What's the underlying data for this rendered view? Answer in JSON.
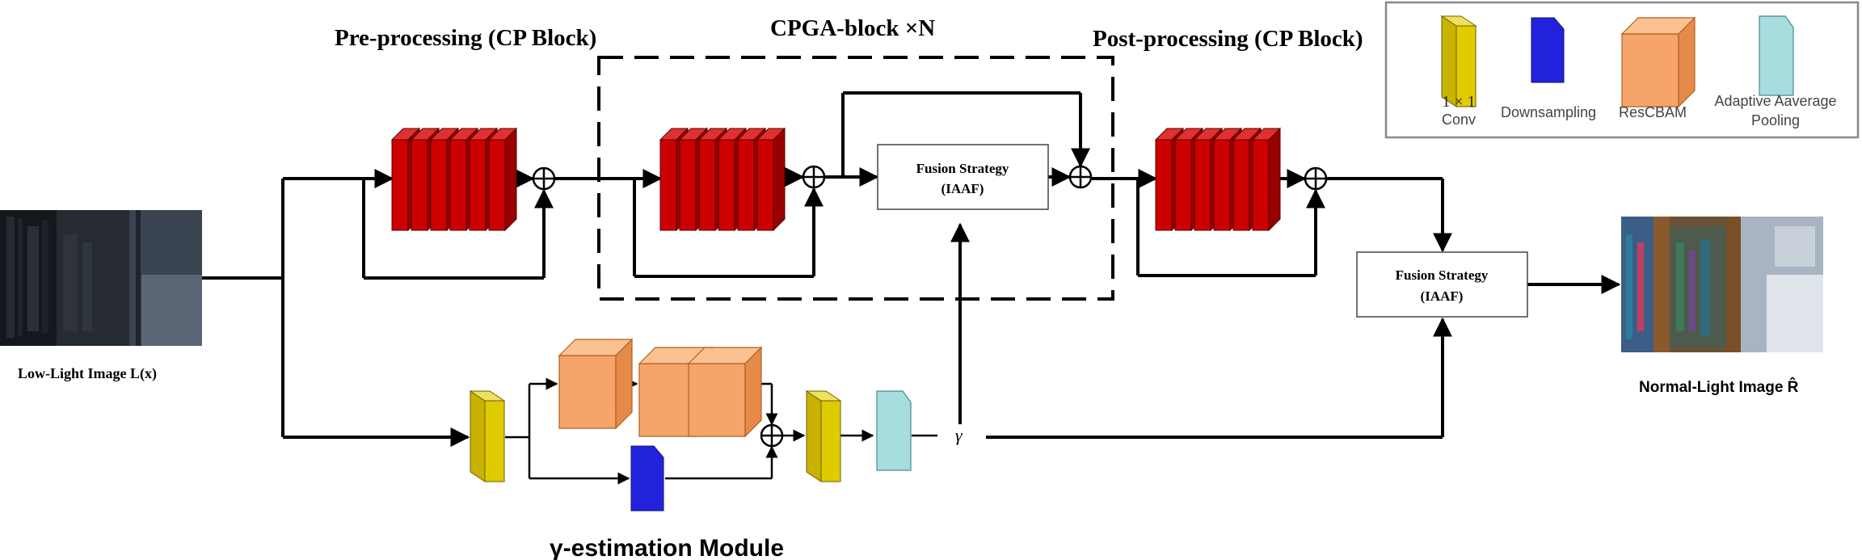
{
  "titles": {
    "pre_processing": "Pre-processing (CP Block)",
    "cpga_block": "CPGA-block ×N",
    "post_processing": "Post-processing (CP Block)",
    "gamma_module": "γ-estimation Module"
  },
  "images": {
    "input_label": "Low-Light Image L(x)",
    "output_label": "Normal-Light Image R̂"
  },
  "fusion": {
    "inner_line1": "Fusion Strategy",
    "inner_line2": "(IAAF)",
    "outer_line1": "Fusion Strategy",
    "outer_line2": "(IAAF)"
  },
  "gamma_symbol": "γ",
  "legend": {
    "conv_line1": "1 × 1",
    "conv_line2": "Conv",
    "downsampling": "Downsampling",
    "rescbam": "ResCBAM",
    "pool_line1": "Adaptive Aaverage",
    "pool_line2": "Pooling"
  },
  "colors": {
    "red_block": "#cc0000",
    "yellow_conv": "#d6c000",
    "blue_down": "#2222dd",
    "orange_rescbam": "#f6a469",
    "cyan_pool": "#a8dde0"
  }
}
